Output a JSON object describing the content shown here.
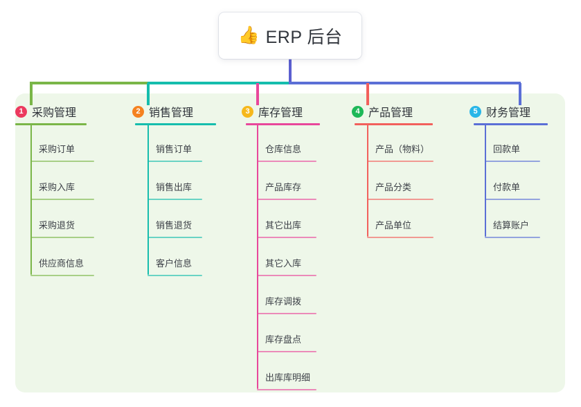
{
  "root": {
    "emoji": "👍",
    "emoji_name": "thumbs-up-icon",
    "title": "ERP 后台"
  },
  "theme": {
    "background": "#ffffff",
    "panel": "#eef7e9",
    "card": "#ffffff",
    "text": "#2f333a",
    "trunk": "#5b5fd0"
  },
  "chart_data": {
    "type": "diagram",
    "layout": "mind-map",
    "title": "ERP 后台",
    "root": "ERP 后台",
    "branch_count": 5,
    "branches": [
      {
        "index": "1",
        "label": "采购管理",
        "items": [
          "采购订单",
          "采购入库",
          "采购退货",
          "供应商信息"
        ]
      },
      {
        "index": "2",
        "label": "销售管理",
        "items": [
          "销售订单",
          "销售出库",
          "销售退货",
          "客户信息"
        ]
      },
      {
        "index": "3",
        "label": "库存管理",
        "items": [
          "仓库信息",
          "产品库存",
          "其它出库",
          "其它入库",
          "库存调拨",
          "库存盘点",
          "出库库明细"
        ]
      },
      {
        "index": "4",
        "label": "产品管理",
        "items": [
          "产品（物料）",
          "产品分类",
          "产品单位"
        ]
      },
      {
        "index": "5",
        "label": "财务管理",
        "items": [
          "回款单",
          "付款单",
          "结算账户"
        ]
      }
    ]
  },
  "columns": [
    {
      "index": "1",
      "title": "采购管理",
      "badge_color": "#ec3a5e",
      "line_color": "#7ab648",
      "items": [
        {
          "label": "采购订单"
        },
        {
          "label": "采购入库"
        },
        {
          "label": "采购退货"
        },
        {
          "label": "供应商信息"
        }
      ]
    },
    {
      "index": "2",
      "title": "销售管理",
      "badge_color": "#f58220",
      "line_color": "#16bdad",
      "items": [
        {
          "label": "销售订单"
        },
        {
          "label": "销售出库"
        },
        {
          "label": "销售退货"
        },
        {
          "label": "客户信息"
        }
      ]
    },
    {
      "index": "3",
      "title": "库存管理",
      "badge_color": "#f6b81c",
      "line_color": "#e8479b",
      "items": [
        {
          "label": "仓库信息"
        },
        {
          "label": "产品库存"
        },
        {
          "label": "其它出库"
        },
        {
          "label": "其它入库"
        },
        {
          "label": "库存调拨"
        },
        {
          "label": "库存盘点"
        },
        {
          "label": "出库库明细"
        }
      ]
    },
    {
      "index": "4",
      "title": "产品管理",
      "badge_color": "#1eb858",
      "line_color": "#f2605c",
      "items": [
        {
          "label": "产品（物料）"
        },
        {
          "label": "产品分类"
        },
        {
          "label": "产品单位"
        }
      ]
    },
    {
      "index": "5",
      "title": "财务管理",
      "badge_color": "#29b6e8",
      "line_color": "#5b6fd6",
      "items": [
        {
          "label": "回款单"
        },
        {
          "label": "付款单"
        },
        {
          "label": "结算账户"
        }
      ]
    }
  ]
}
